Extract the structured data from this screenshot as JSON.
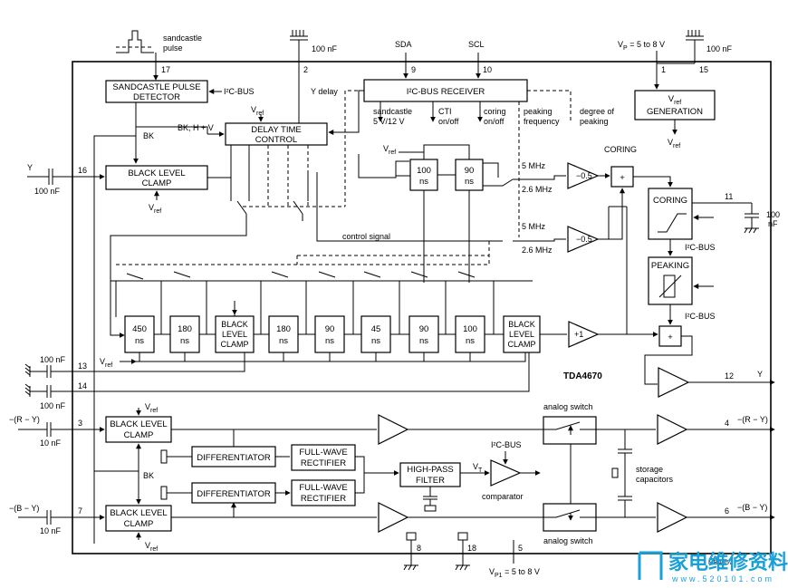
{
  "chip": {
    "name": "TDA4670",
    "code": "MBA857"
  },
  "pins": {
    "sandcastle_in": "17",
    "cap_100nF_top": "2",
    "sda": "9",
    "scl": "10",
    "vref_gen_in": "1",
    "vp_cap": "15",
    "y_in": "16",
    "coring_cap": "11",
    "cap13": "13",
    "cap14": "14",
    "y_out": "12",
    "r_y_in": "3",
    "r_y_out": "4",
    "b_y_in": "7",
    "b_y_out": "6",
    "gnd8": "8",
    "gnd18": "18",
    "vp1": "5"
  },
  "labels": {
    "sandcastle": "sandcastle",
    "pulse": "pulse",
    "cap_100nf": "100 nF",
    "sda": "SDA",
    "scl": "SCL",
    "vp": "V",
    "vp_sub": "P",
    "vp_val": " = 5 to 8 V",
    "sandcastle_det_1": "SANDCASTLE PULSE",
    "sandcastle_det_2": "DETECTOR",
    "i2c_bus": "I²C-BUS",
    "i2c_receiver": "I²C-BUS  RECEIVER",
    "vref": "V",
    "vref_sub": "ref",
    "vref_gen_2": "GENERATION",
    "y_delay": "Y delay",
    "sandcastle_rx": "sandcastle",
    "sandcastle_v": "5 V/12 V",
    "cti": "CTI",
    "cti_onoff": "on/off",
    "coring_lbl": "coring",
    "coring_onoff": "on/off",
    "peaking": "peaking",
    "peaking_freq": "frequency",
    "degree_of": "degree of",
    "of_peaking": "peaking",
    "bk_hv": "BK, H + V",
    "bk": "BK",
    "delay_time_1": "DELAY TIME",
    "delay_time_2": "CONTROL",
    "y": "Y",
    "black_level_1": "BLACK LEVEL",
    "black_level_2": "CLAMP",
    "d100": "100",
    "ns": "ns",
    "d90": "90",
    "f5mhz": "5 MHz",
    "f26mhz": "2.6 MHz",
    "gain_neg05": "−0.5",
    "plus": "+",
    "gain_plus1": "+1",
    "coring_title": "CORING",
    "coring_box": "CORING",
    "peaking_box": "PEAKING",
    "control_signal": "control signal",
    "d450": "450",
    "d180": "180",
    "d45": "45",
    "blk_1": "BLACK",
    "blk_2": "LEVEL",
    "blk_3": "CLAMP",
    "r_y": "−(R − Y)",
    "b_y": "−(B − Y)",
    "cap_10nf": "10 nF",
    "differentiator": "DIFFERENTIATOR",
    "fwr_1": "FULL-WAVE",
    "fwr_2": "RECTIFIER",
    "hpf_1": "HIGH-PASS",
    "hpf_2": "FILTER",
    "vt": "V",
    "vt_sub": "T",
    "comparator": "comparator",
    "analog_switch": "analog switch",
    "storage_1": "storage",
    "storage_2": "capacitors",
    "vp1": "V",
    "vp1_sub": "P1",
    "vp1_val": " = 5 to 8 V",
    "cap_100": "100",
    "cap_nf": "nF"
  },
  "watermark": {
    "cn": "家电维修资料网",
    "url": "www.520101.com"
  }
}
